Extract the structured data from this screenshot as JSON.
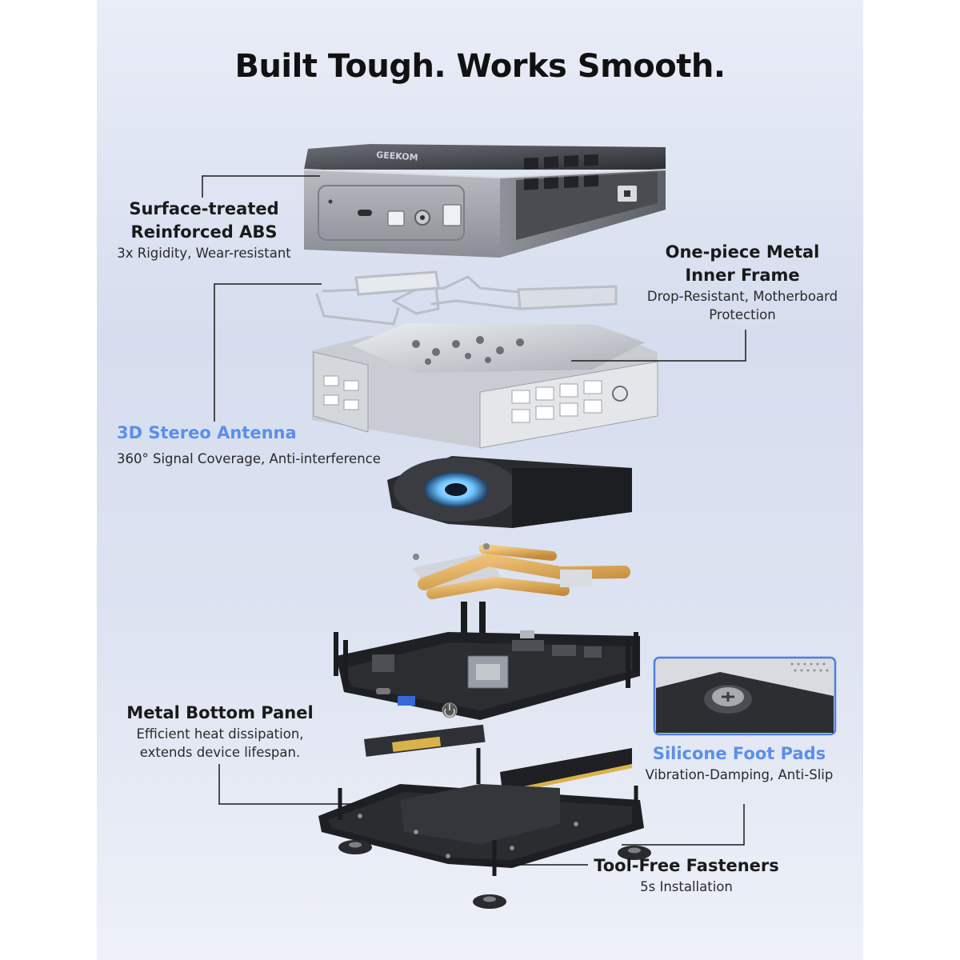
{
  "headline": "Built Tough. Works Smooth.",
  "brand_mark": "GEEKOM",
  "colors": {
    "accent_blue": "#5b8fe8",
    "text_dark": "#1a1a1a",
    "panel_bg": "#dde3f1"
  },
  "callouts": {
    "abs": {
      "title_line1": "Surface-treated",
      "title_line2": "Reinforced ABS",
      "desc": "3x Rigidity, Wear-resistant"
    },
    "frame": {
      "title_line1": "One-piece Metal",
      "title_line2": "Inner Frame",
      "desc_line1": "Drop-Resistant, Motherboard",
      "desc_line2": "Protection"
    },
    "antenna": {
      "title": "3D Stereo Antenna",
      "desc": "360° Signal Coverage, Anti-interference"
    },
    "bottom_panel": {
      "title": "Metal Bottom Panel",
      "desc_line1": "Efficient heat dissipation,",
      "desc_line2": "extends device lifespan."
    },
    "foot_pads": {
      "title": "Silicone Foot Pads",
      "desc": "Vibration-Damping, Anti-Slip"
    },
    "fasteners": {
      "title": "Tool-Free Fasteners",
      "desc": "5s Installation"
    }
  },
  "icons": [
    "usb-c-port-icon",
    "usb-a-port-icon",
    "audio-jack-icon",
    "lock-slot-icon",
    "power-icon",
    "fan-icon",
    "screw-icon"
  ]
}
